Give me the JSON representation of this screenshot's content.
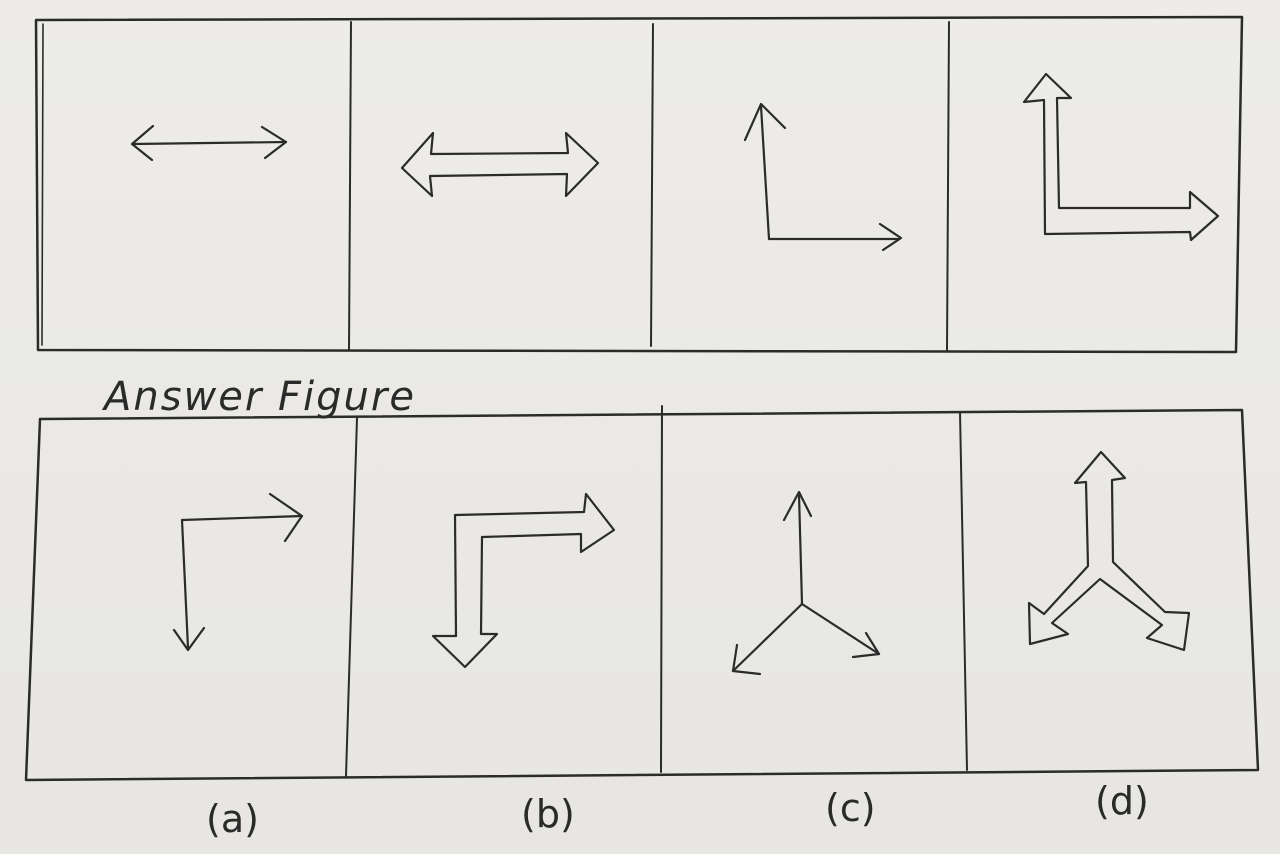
{
  "heading": "Answer Figure",
  "problem_figures": [
    {
      "shape": "double-headed-horizontal-line-arrow"
    },
    {
      "shape": "double-headed-horizontal-hollow-arrow"
    },
    {
      "shape": "l-shaped-line-arrows-up-right"
    },
    {
      "shape": "l-shaped-hollow-arrows-up-right"
    }
  ],
  "answer_figures": [
    {
      "label": "(a)",
      "shape": "l-shaped-line-arrows-right-down"
    },
    {
      "label": "(b)",
      "shape": "l-shaped-hollow-arrows-right-down"
    },
    {
      "label": "(c)",
      "shape": "three-way-line-arrows"
    },
    {
      "label": "(d)",
      "shape": "three-way-hollow-arrows"
    }
  ],
  "colors": {
    "ink": "#2b2b2b",
    "paper": "#ecebe7"
  }
}
